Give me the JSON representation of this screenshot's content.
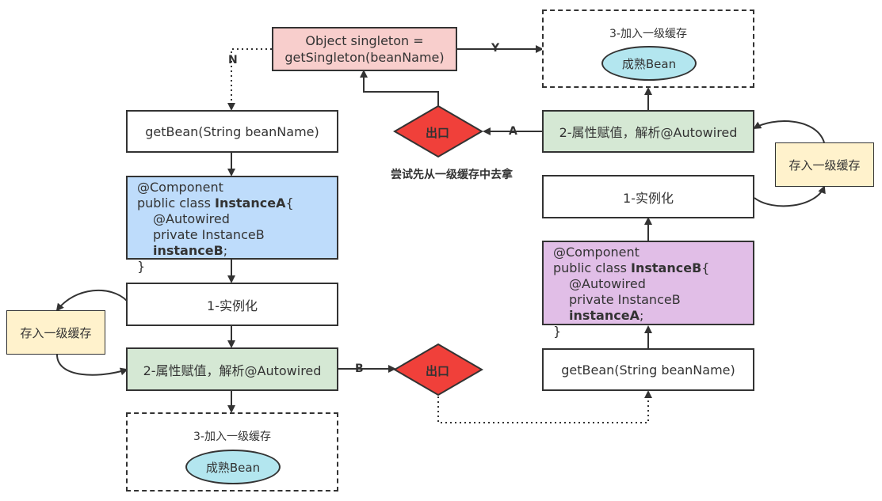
{
  "top": {
    "get_singleton_line1": "Object singleton =",
    "get_singleton_line2": "getSingleton(beanName)",
    "label_n": "N",
    "label_y": "Y",
    "label_a": "A",
    "label_b": "B",
    "exit_label": "出口",
    "exit_note": "尝试先从一级缓存中去拿"
  },
  "left": {
    "get_bean": "getBean(String beanName)",
    "component_annotation": "@Component",
    "class_prefix": "public class ",
    "class_name": "InstanceA",
    "class_suffix": "{",
    "field_annotation": "@Autowired",
    "field_prefix": "private InstanceB ",
    "field_name": "instanceB",
    "field_suffix": ";",
    "closing_brace": "}",
    "instantiate": "1-实例化",
    "cache_store": "存入一级缓存",
    "populate": "2-属性赋值，解析@Autowired",
    "add_cache": "3-加入一级缓存",
    "mature_bean": "成熟Bean"
  },
  "right": {
    "add_cache": "3-加入一级缓存",
    "mature_bean": "成熟Bean",
    "populate": "2-属性赋值，解析@Autowired",
    "cache_store": "存入一级缓存",
    "instantiate": "1-实例化",
    "component_annotation": "@Component",
    "class_prefix": "public class ",
    "class_name": "InstanceB",
    "class_suffix": "{",
    "field_annotation": "@Autowired",
    "field_prefix": "private InstanceB ",
    "field_name": "instanceA",
    "field_suffix": ";",
    "closing_brace": "}",
    "get_bean": "getBean(String beanName)"
  },
  "colors": {
    "singleton_fill": "#f8cecc",
    "exit_fill": "#f0403a",
    "populate_fill": "#d5e8d4",
    "cache_fill": "#fff2cc",
    "instance_a_fill": "#bedcfb",
    "instance_b_fill": "#e1bee7",
    "bean_fill": "#b3e6ef"
  }
}
